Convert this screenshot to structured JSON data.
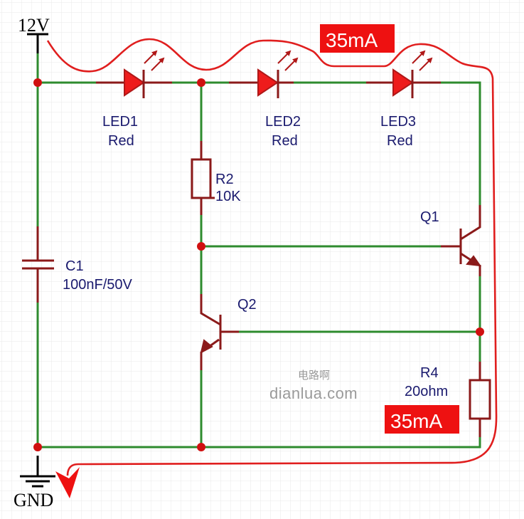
{
  "power": {
    "supply_label": "12V",
    "ground_label": "GND"
  },
  "components": {
    "led1": {
      "ref": "LED1",
      "value": "Red"
    },
    "led2": {
      "ref": "LED2",
      "value": "Red"
    },
    "led3": {
      "ref": "LED3",
      "value": "Red"
    },
    "r2": {
      "ref": "R2",
      "value": "10K"
    },
    "r4": {
      "ref": "R4",
      "value": "20ohm"
    },
    "c1": {
      "ref": "C1",
      "value": "100nF/50V"
    },
    "q1": {
      "ref": "Q1",
      "type": "NPN"
    },
    "q2": {
      "ref": "Q2",
      "type": "PNP"
    }
  },
  "annotations": {
    "current_top": "35mA",
    "current_bottom": "35mA"
  },
  "watermark": {
    "line1": "电路啊",
    "line2": "dianlua.com"
  },
  "colors": {
    "wire": "#2e8b2e",
    "component": "#8b1a1a",
    "led_fill": "#ee1c1c",
    "junction": "#d01010",
    "current_path": "#e01e1e",
    "badge": "#ee1111",
    "label": "#1a1a6e",
    "grid": "#e6e6e6"
  }
}
